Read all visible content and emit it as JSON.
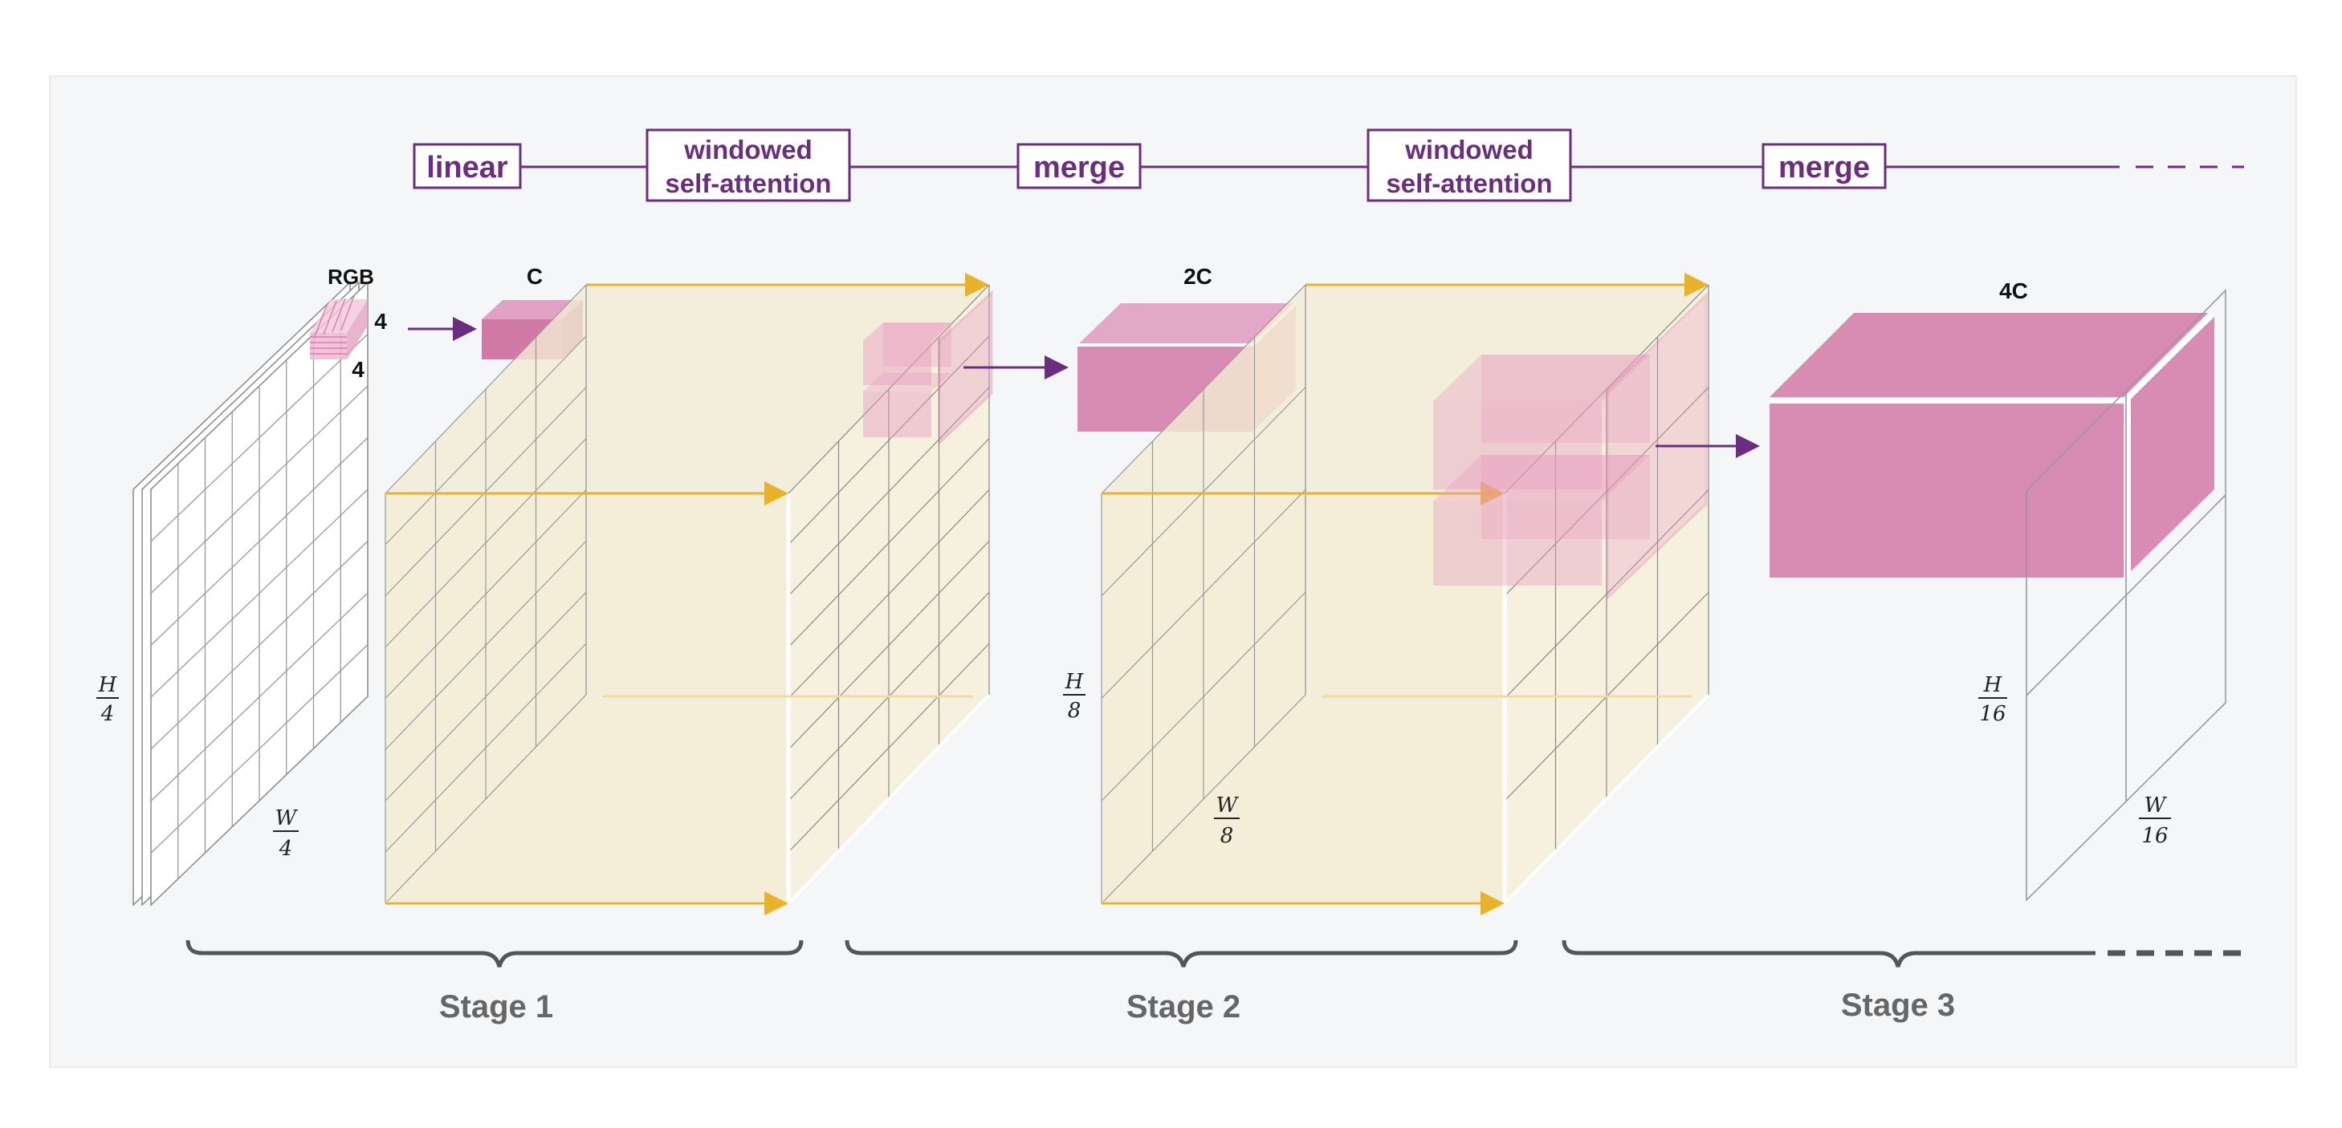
{
  "pipeline": {
    "ops": [
      "linear",
      "windowed",
      "self-attention",
      "merge",
      "windowed",
      "self-attention",
      "merge"
    ]
  },
  "labels": {
    "rgb": "RGB",
    "patch_h": "4",
    "patch_w": "4",
    "c1": "C",
    "c2": "2C",
    "c3": "4C"
  },
  "fractions": {
    "s1_h_num": "H",
    "s1_h_den": "4",
    "s1_w_num": "W",
    "s1_w_den": "4",
    "s2_h_num": "H",
    "s2_h_den": "8",
    "s2_w_num": "W",
    "s2_w_den": "8",
    "s3_h_num": "H",
    "s3_h_den": "16",
    "s3_w_num": "W",
    "s3_w_den": "16"
  },
  "stages": [
    "Stage 1",
    "Stage 2",
    "Stage 3"
  ],
  "colors": {
    "purple": "#6b2d7f",
    "pink": "#d98cb3",
    "cream": "#f3ecd3",
    "arrow_gold": "#e8b32a",
    "panel": "#f5f6f8"
  }
}
